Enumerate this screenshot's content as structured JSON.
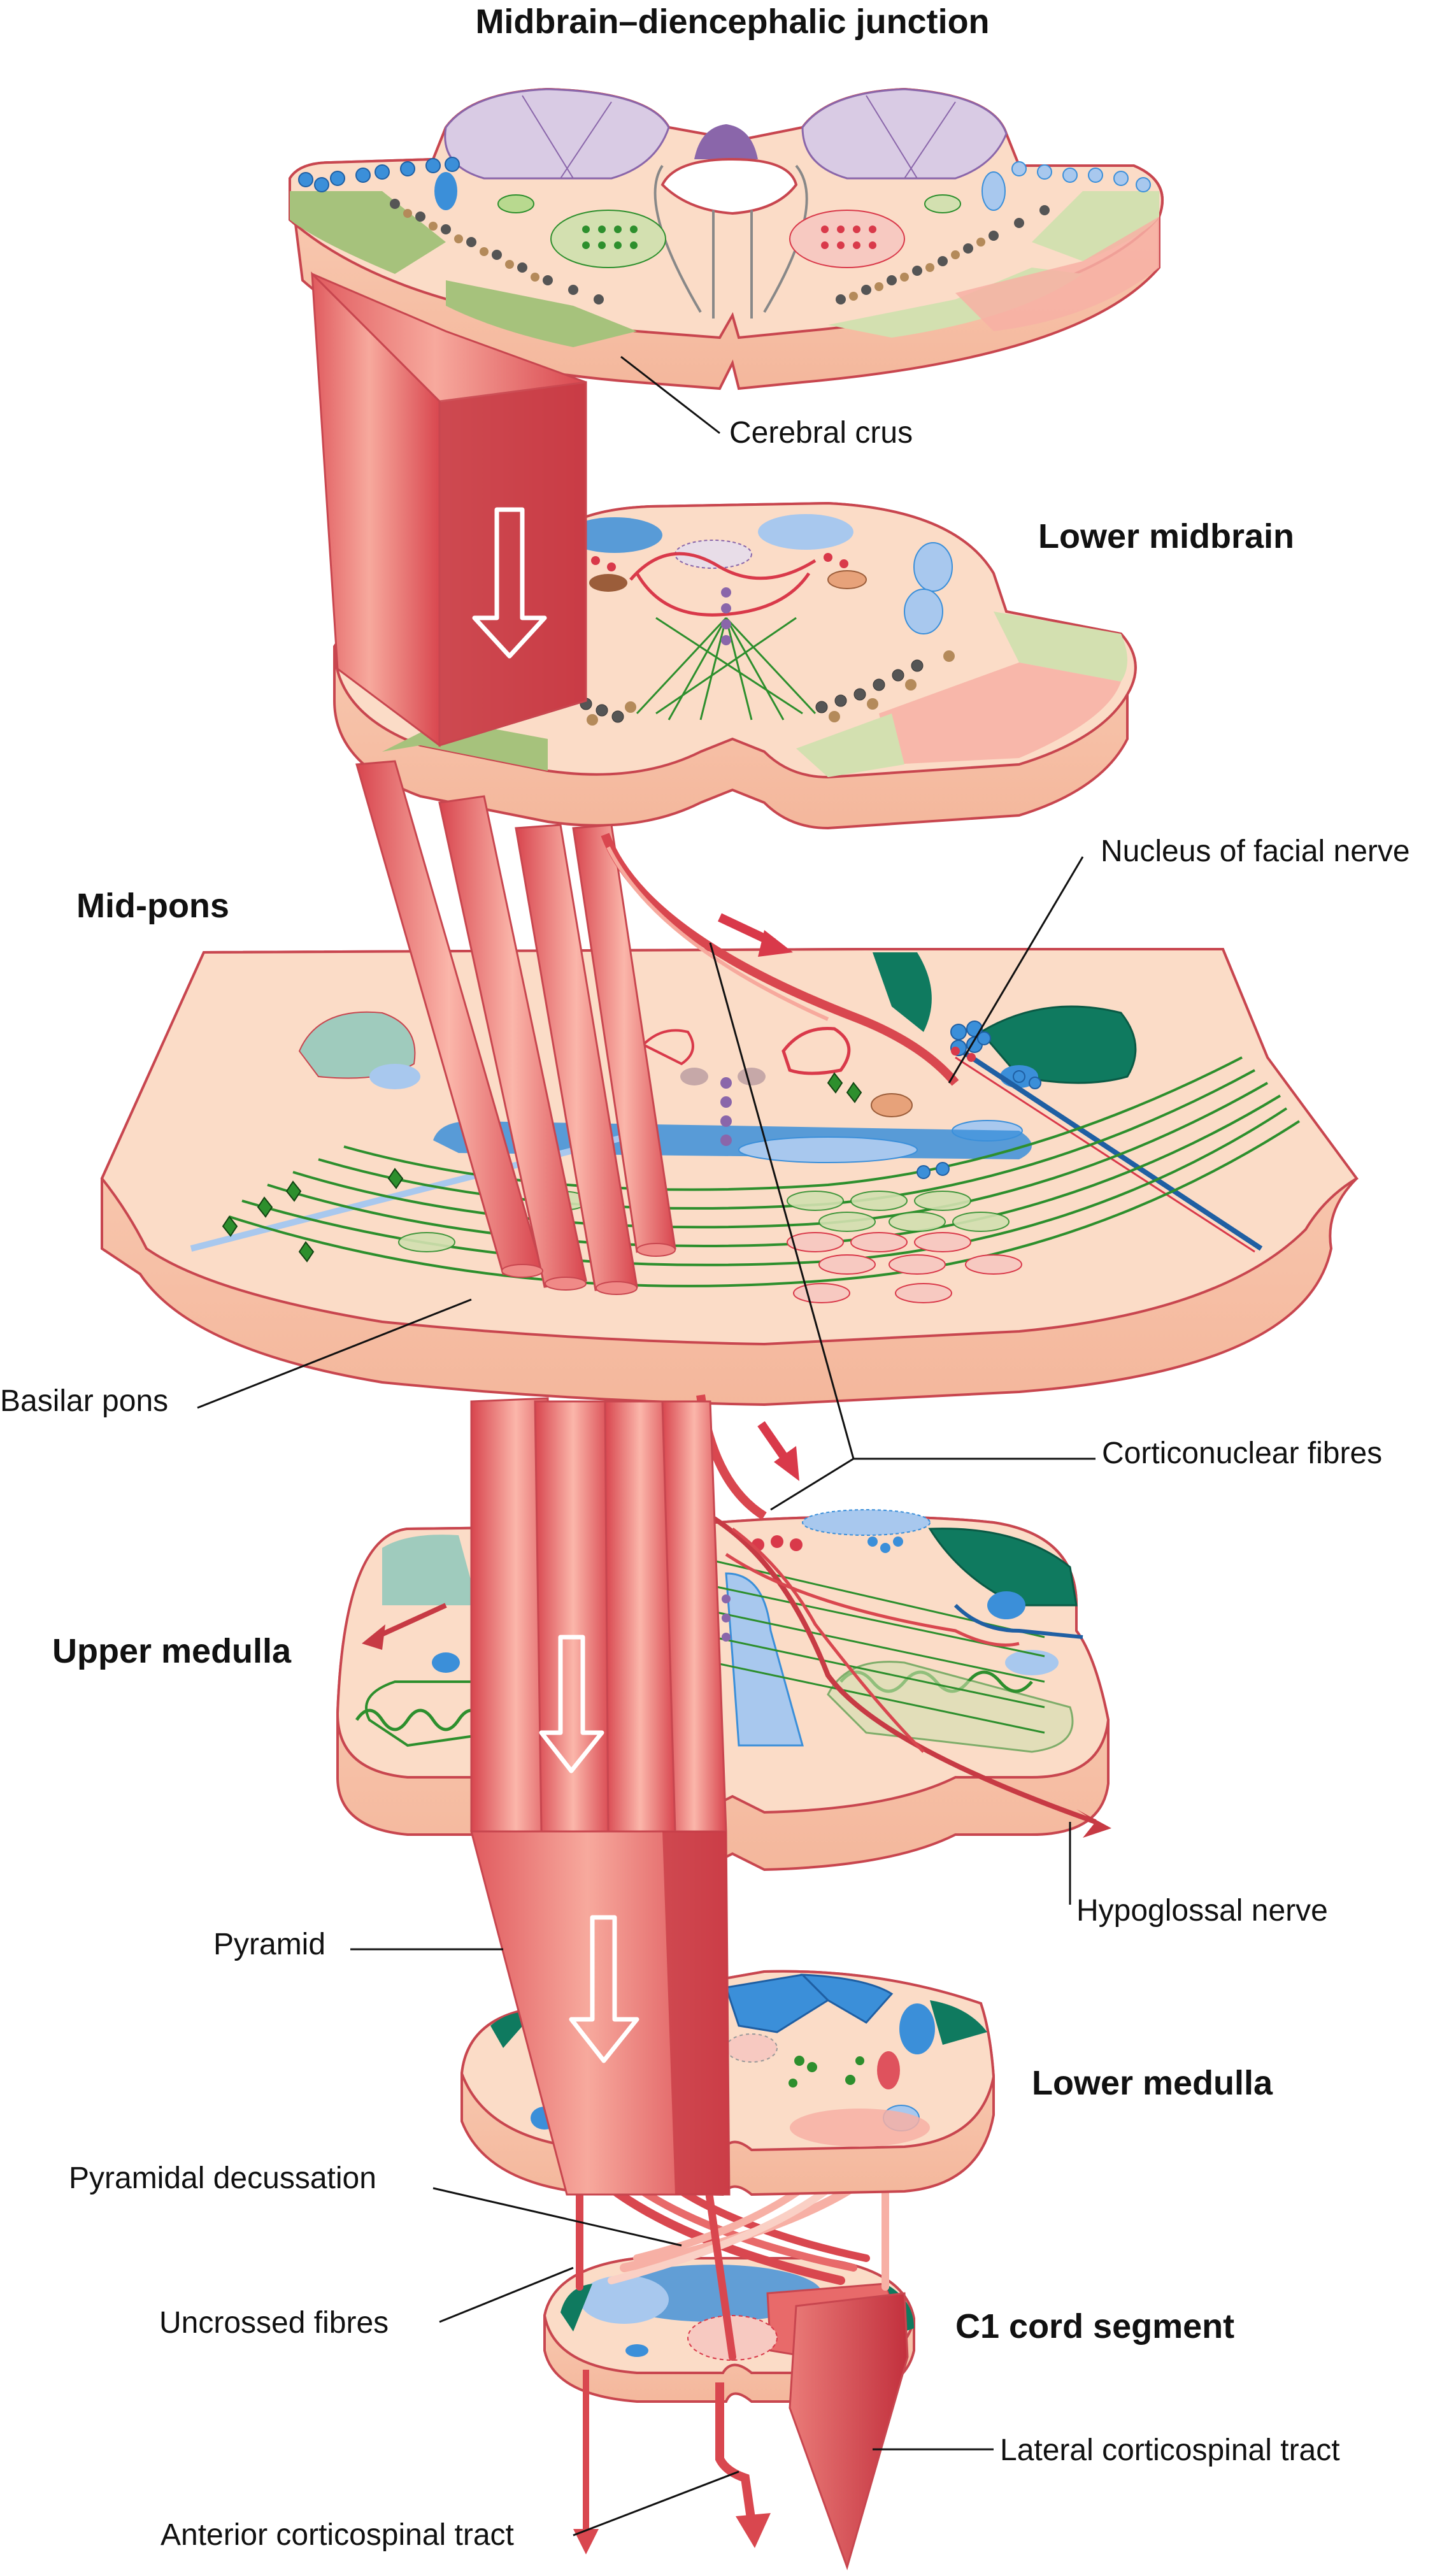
{
  "colors": {
    "tissue": "#fbd9c3",
    "tissue_edge": "#c8464f",
    "side_face": "#f6c6ad",
    "tract": "#e86a6a",
    "tract_dark": "#c73a44",
    "tract_light": "#f7b0a5",
    "green_region": "#a6c27c",
    "green_light": "#d3e0b0",
    "teal": "#0f7a5f",
    "teal_light": "#9fcbbd",
    "blue": "#3b8fd9",
    "blue_light": "#a8c8ee",
    "purple": "#8a66aa",
    "lavender": "#d9cbe4",
    "fibre_green": "#2d8f2d",
    "arrow_red": "#d9394a"
  },
  "labels": {
    "title": "Midbrain–diencephalic junction",
    "cerebral_crus": "Cerebral crus",
    "lower_midbrain": "Lower midbrain",
    "mid_pons": "Mid-pons",
    "nucleus_facial": "Nucleus of facial nerve",
    "basilar_pons": "Basilar pons",
    "corticonuclear": "Corticonuclear fibres",
    "upper_medulla": "Upper medulla",
    "hypoglossal": "Hypoglossal nerve",
    "pyramid": "Pyramid",
    "lower_medulla": "Lower medulla",
    "pyramidal_decussation": "Pyramidal decussation",
    "uncrossed": "Uncrossed fibres",
    "c1": "C1 cord segment",
    "lateral_cst": "Lateral corticospinal tract",
    "anterior_cst": "Anterior corticospinal tract"
  }
}
